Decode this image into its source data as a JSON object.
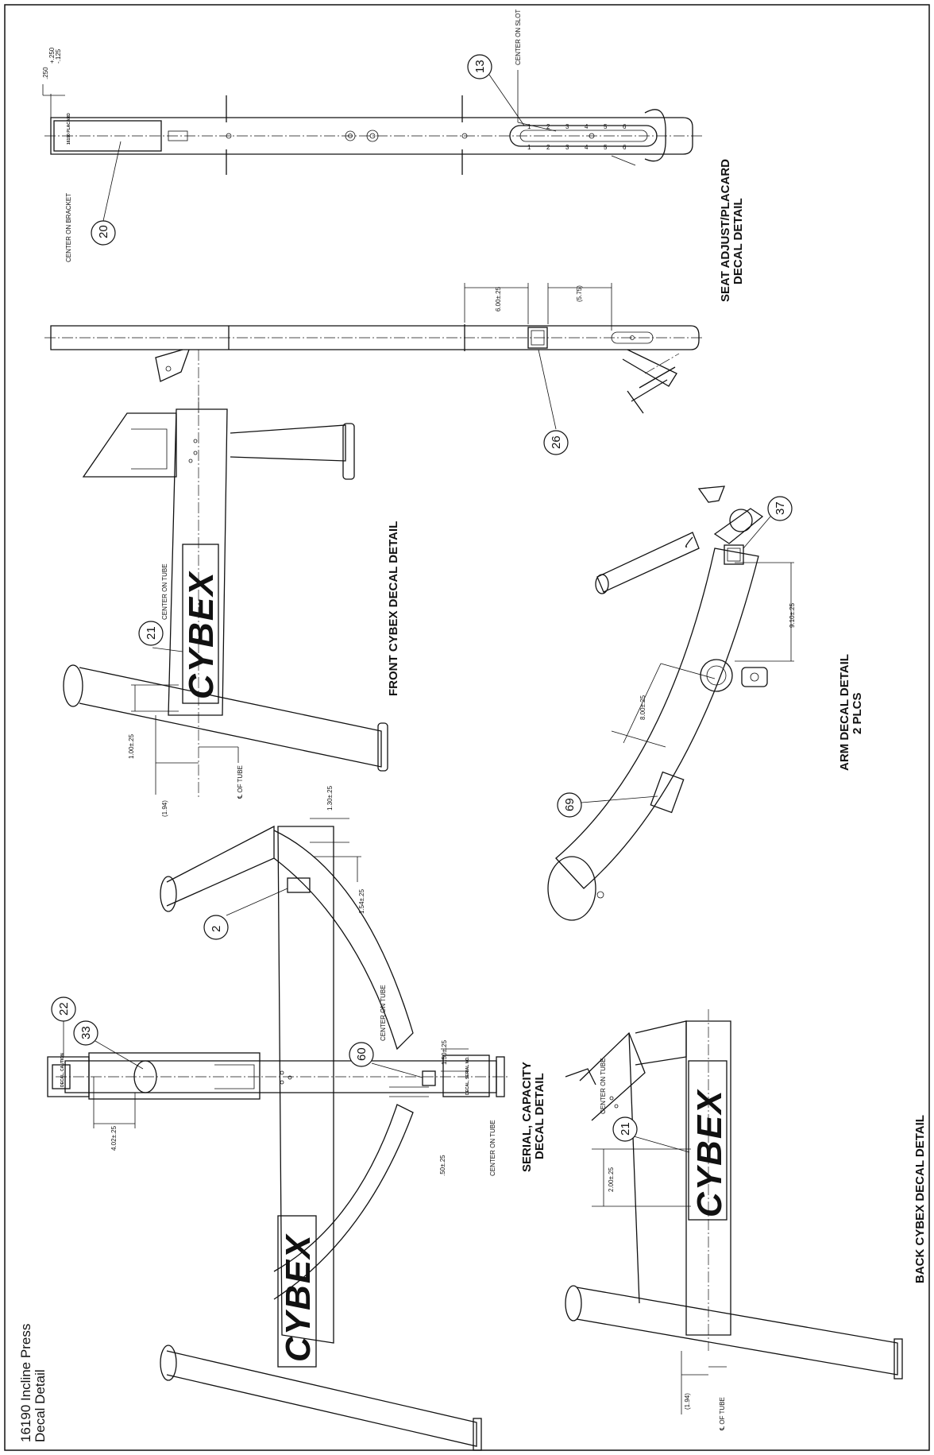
{
  "drawing": {
    "title_line1": "16190 Incline Press",
    "title_line2": "Decal Detail"
  },
  "views": {
    "seat_adjust": {
      "title_line1": "SEAT ADJUST/PLACARD",
      "title_line2": "DECAL DETAIL"
    },
    "front_cybex": {
      "title": "FRONT CYBEX DECAL DETAIL"
    },
    "arm_decal": {
      "title_line1": "ARM DECAL DETAIL",
      "title_line2": "2 PLCS"
    },
    "serial_capacity": {
      "title_line1": "SERIAL, CAPACITY",
      "title_line2": "DECAL DETAIL"
    },
    "back_cybex": {
      "title": "BACK CYBEX DECAL DETAIL"
    }
  },
  "notes": {
    "center_on_slot": "CENTER ON SLOT",
    "center_on_bracket": "CENTER ON BRACKET",
    "center_on_tube": "CENTER ON TUBE",
    "cl_of_tube": "℄ OF TUBE"
  },
  "dimensions": {
    "top_tol": ".250",
    "top_tol_upper": "+.250",
    "top_tol_lower": "-.125",
    "seat_6": "6.00±.25",
    "seat_575": "(5.75)",
    "front_100": "1.00±.25",
    "front_194": "(1.94)",
    "arm_910": "9.10±.25",
    "arm_800": "8.00±.25",
    "serial_130": "1.30±.25",
    "serial_154": "1.54±.25",
    "serial_150": "1.50±.25",
    "serial_402": "4.02±.25",
    "serial_50": ".50±.25",
    "back_200": "2.00±.25",
    "back_194": "(1.94)"
  },
  "balloons": {
    "b13": "13",
    "b20": "20",
    "b26": "26",
    "b21a": "21",
    "b37": "37",
    "b69": "69",
    "b2": "2",
    "b22": "22",
    "b33": "33",
    "b60": "60",
    "b21b": "21"
  },
  "decals": {
    "logo": "CYBEX",
    "placard": "16190 PLACARD",
    "serial": "DECAL, SERIAL NO.",
    "serial_caution": "DECAL, CAUTION"
  }
}
